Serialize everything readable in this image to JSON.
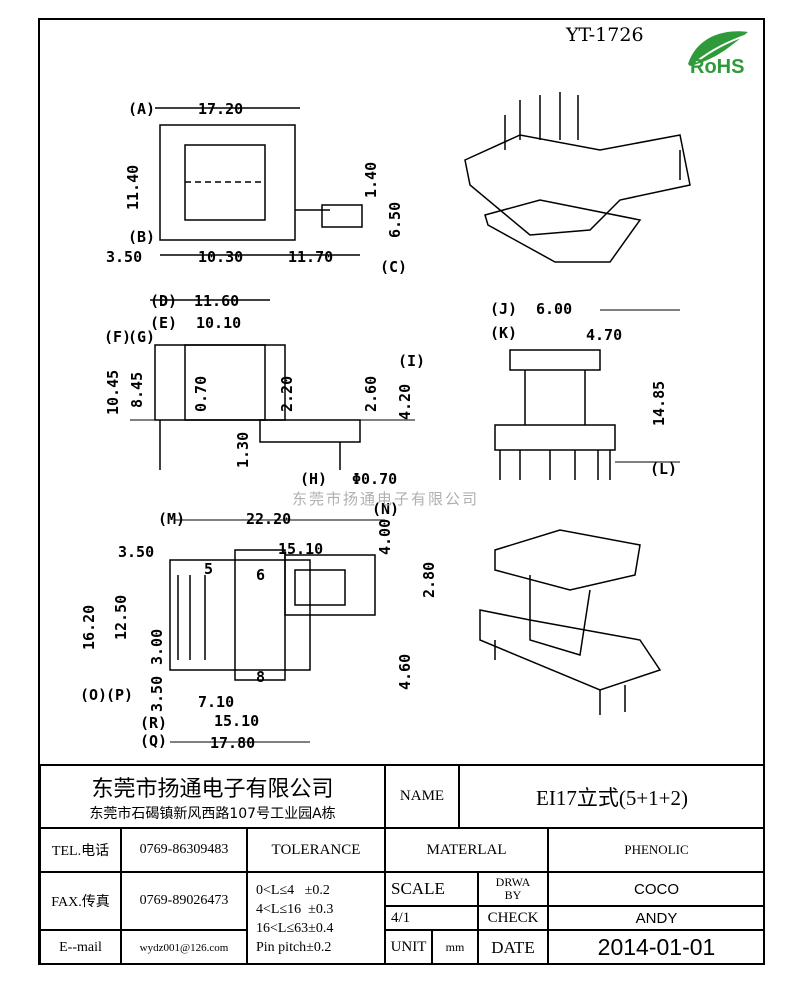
{
  "header": {
    "part_no": "YT-1726",
    "rohs_logo": "RoHS"
  },
  "watermark": "东莞市扬通电子有限公司",
  "view1": {
    "dims": [
      "(A)",
      "17.20",
      "11.40",
      "(B)",
      "3.50",
      "10.30",
      "11.70",
      "1.40",
      "6.50",
      "(C)"
    ]
  },
  "view2": {
    "dims": [
      "(D)",
      "11.60",
      "(E)",
      "10.10",
      "(F)",
      "(G)",
      "10.45",
      "8.45",
      "0.70",
      "2.20",
      "2.60",
      "4.20",
      "(I)",
      "1.30",
      "(H)",
      "Φ0.70"
    ]
  },
  "view3": {
    "dims": [
      "(J)",
      "6.00",
      "(K)",
      "4.70",
      "14.85",
      "(L)"
    ]
  },
  "view4": {
    "dims": [
      "(M)",
      "22.20",
      "(N)",
      "4.00",
      "3.50",
      "15.10",
      "2.80",
      "16.20",
      "12.50",
      "3.00",
      "3.50",
      "7.10",
      "15.10",
      "17.80",
      "4.60",
      "(O)",
      "(P)",
      "(R)",
      "(Q)",
      "5",
      "6",
      "8"
    ]
  },
  "title_block": {
    "company": "东莞市扬通电子有限公司",
    "address": "东莞市石碣镇新风西路107号工业园A栋",
    "name_label": "NAME",
    "name_value": "EI17立式(5+1+2)",
    "tel_label": "TEL.电话",
    "tel": "0769-86309483",
    "fax_label": "FAX.传真",
    "fax": "0769-89026473",
    "email_label": "E--mail",
    "email": "wydz001@126.com",
    "tolerance_label": "TOLERANCE",
    "tolerances": [
      "0<L≤4   ±0.2",
      "4<L≤16  ±0.3",
      "16<L≤63±0.4",
      "Pin pitch±0.2"
    ],
    "material_label": "MATERLAL",
    "material": "PHENOLIC",
    "scale_label": "SCALE",
    "scale": "4/1",
    "drawn_label_1": "DRWA",
    "drawn_label_2": "BY",
    "drawn_by": "COCO",
    "check_label": "CHECK",
    "checked_by": "ANDY",
    "unit_label": "UNIT",
    "unit": "mm",
    "date_label": "DATE",
    "date": "2014-01-01"
  }
}
